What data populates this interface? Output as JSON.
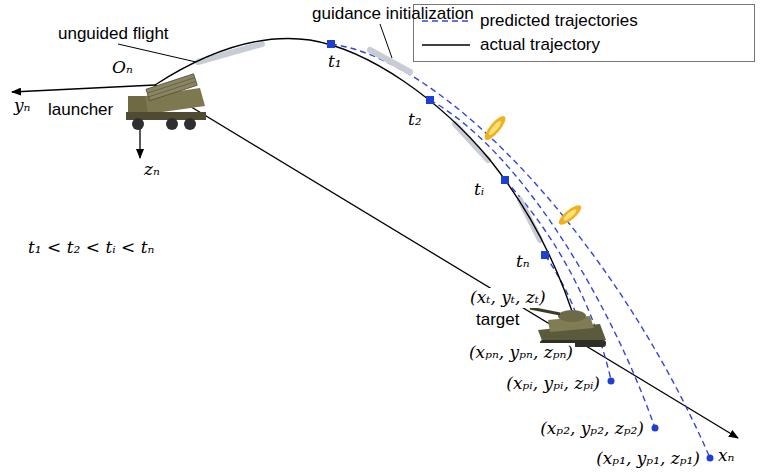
{
  "diagram": {
    "labels": [
      "unguided flight",
      "guidance initialization",
      "Oₙ",
      "yₙ",
      "launcher",
      "zₙ",
      "t₁",
      "t₂",
      "tᵢ",
      "tₙ",
      "t₁ < t₂ < tᵢ < tₙ",
      "(xₜ, yₜ, zₜ)",
      "target",
      "(xₚₙ, yₚₙ, zₚₙ)",
      "(xₚᵢ, yₚᵢ, zₚᵢ)",
      "(xₚ₂, yₚ₂, zₚ₂)",
      "(xₚ₁, yₚ₁, zₚ₁)",
      "xₙ"
    ],
    "legend": [
      {
        "text": "predicted trajectories"
      },
      {
        "text": "actual trajectory"
      }
    ]
  }
}
